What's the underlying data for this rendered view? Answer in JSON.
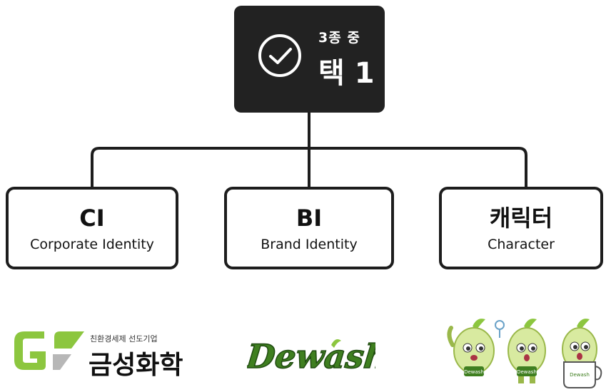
{
  "selector": {
    "line1": "3종 중",
    "line2": "택 1"
  },
  "options": [
    {
      "title": "CI",
      "subtitle": "Corporate Identity"
    },
    {
      "title": "BI",
      "subtitle": "Brand Identity"
    },
    {
      "title": "캐릭터",
      "subtitle": "Character"
    }
  ],
  "logos": {
    "ci": {
      "tagline": "친환경세제 선도기업",
      "name": "금성화학"
    },
    "bi": {
      "wordmark": "Dewash"
    },
    "character": {
      "badges": [
        "Dewash",
        "Dewash",
        "Dewash"
      ]
    }
  },
  "colors": {
    "dark_box": "#222222",
    "border": "#1d1d1d",
    "leaf_green": "#8cc63f",
    "deep_green": "#3f7f20"
  }
}
